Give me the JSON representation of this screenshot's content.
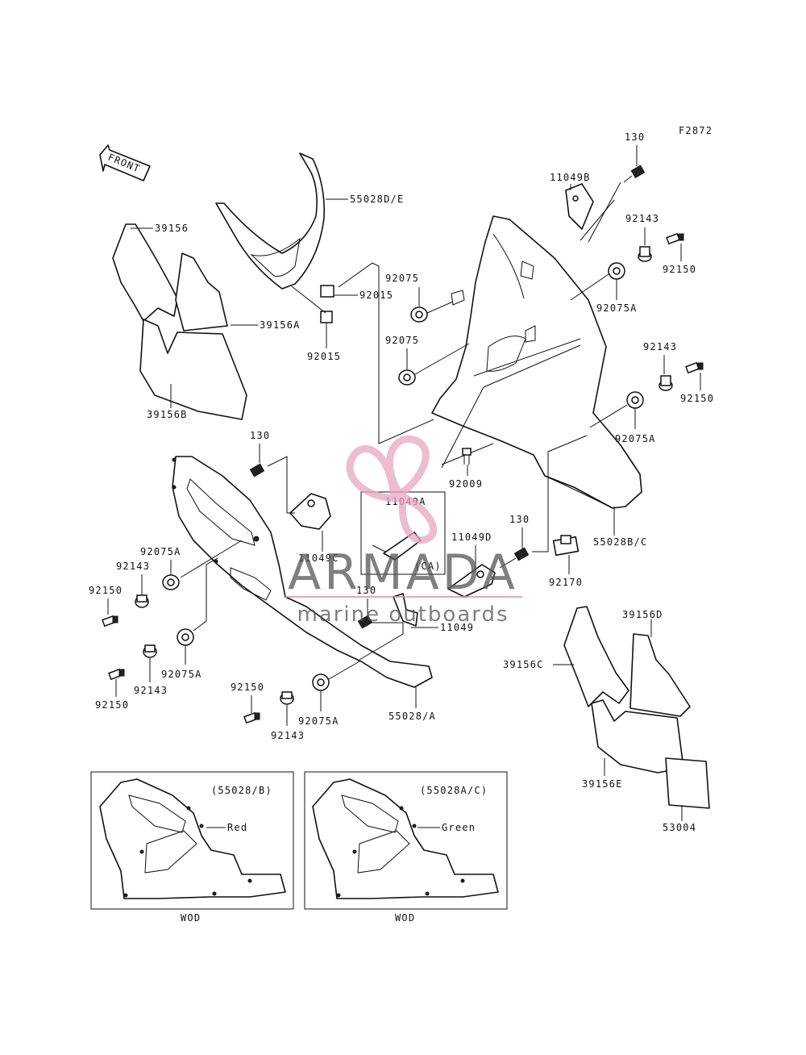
{
  "figure_code": "F2872",
  "front_arrow": "FRONT",
  "labels": {
    "p130_top": "130",
    "p11049B": "11049B",
    "p92143_top": "92143",
    "p92150_top": "92150",
    "p92075A_top": "92075A",
    "p92143_mid": "92143",
    "p92150_mid": "92150",
    "p92075A_mid": "92075A",
    "p55028DE": "55028D/E",
    "p39156": "39156",
    "p39156A": "39156A",
    "p39156B": "39156B",
    "p92015_a": "92015",
    "p92015_b": "92015",
    "p92075_a": "92075",
    "p92075_b": "92075",
    "p92009": "92009",
    "p55028BC": "55028B/C",
    "p130_left": "130",
    "p11049A": "11049A",
    "p11049A_ca": "(CA)",
    "p11049C": "11049C",
    "p11049D": "11049D",
    "p130_right": "130",
    "p92170": "92170",
    "p130_center": "130",
    "p11049": "11049",
    "p92075A_left": "92075A",
    "p92143_left": "92143",
    "p92150_left": "92150",
    "p92075A_left2": "92075A",
    "p92143_left2": "92143",
    "p92150_left2": "92150",
    "p92150_bottom": "92150",
    "p92143_bottom": "92143",
    "p92075A_bottom": "92075A",
    "p55028A": "55028/A",
    "p39156D": "39156D",
    "p39156C": "39156C",
    "p39156E": "39156E",
    "p53004": "53004"
  },
  "insets": [
    {
      "ref": "(55028/B)",
      "color_label": "Red",
      "caption": "WOD"
    },
    {
      "ref": "(55028A/C)",
      "color_label": "Green",
      "caption": "WOD"
    }
  ],
  "watermark": {
    "brand": "ARMADA",
    "tagline": "marine outboards",
    "colors": {
      "brand": "#6b6b6b",
      "propeller": "#e8a7c0",
      "rule": "#d98aa8"
    }
  }
}
